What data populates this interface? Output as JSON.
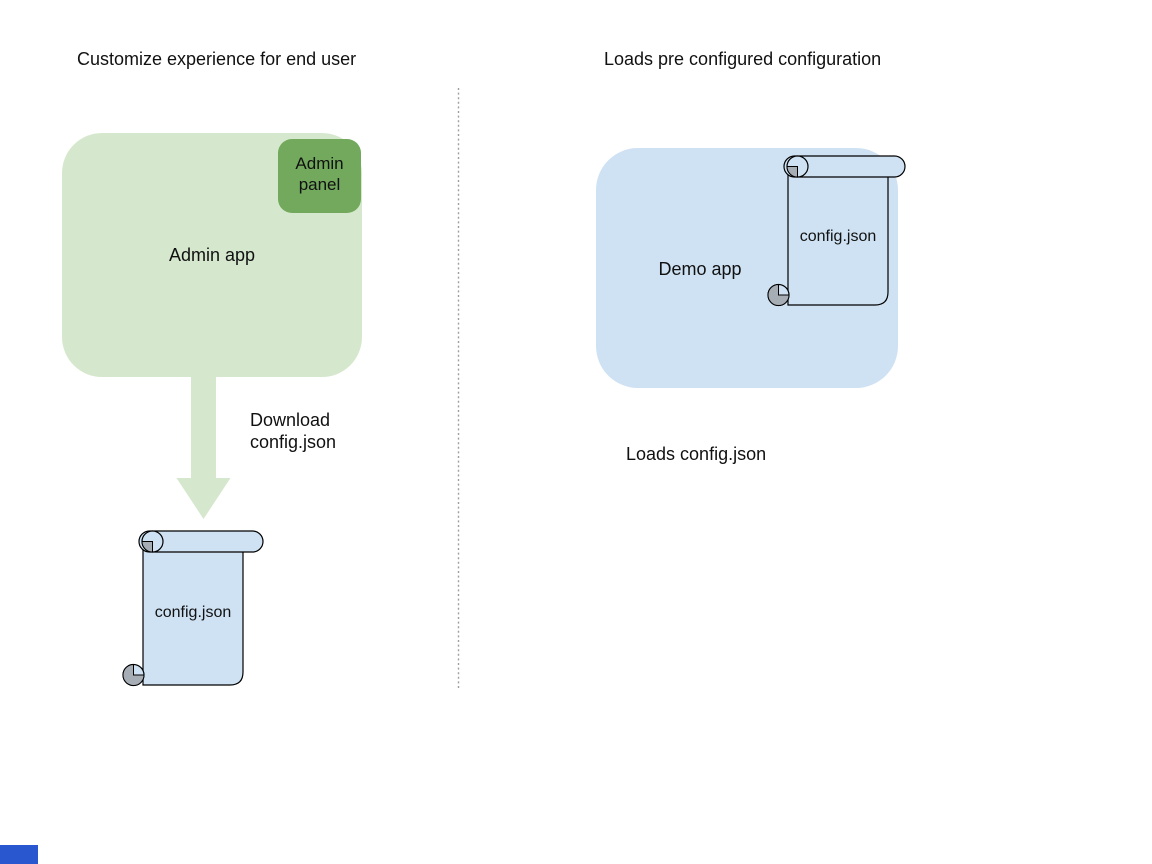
{
  "diagram": {
    "left": {
      "title": "Customize experience for end user",
      "admin_app_label": "Admin app",
      "admin_panel_label": "Admin panel",
      "arrow_label": "Download config.json",
      "scroll_label": "config.json"
    },
    "right": {
      "title": "Loads pre configured configuration",
      "demo_app_label": "Demo app",
      "scroll_label": "config.json",
      "caption": "Loads config.json"
    },
    "colors": {
      "light_green": "#d5e8cd",
      "medium_green": "#72a95c",
      "light_blue": "#cfe2f3",
      "curl_gray": "#a6adb5",
      "outline": "#000000",
      "divider_gray": "#9e9e9e",
      "corner_blue": "#2857d0",
      "text": "#111111"
    }
  }
}
